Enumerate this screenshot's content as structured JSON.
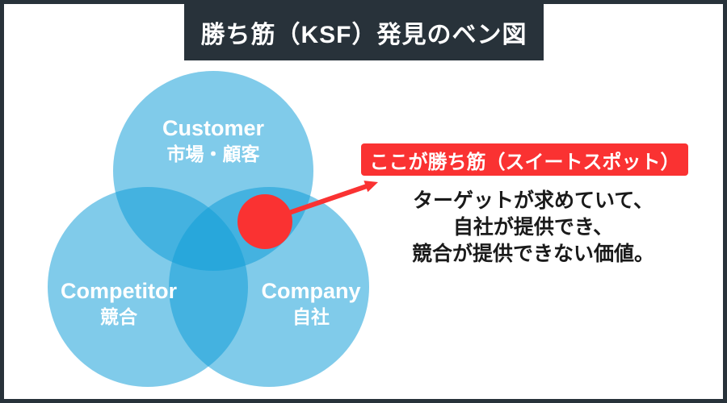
{
  "title": "勝ち筋（KSF）発見のベン図",
  "venn": {
    "circles": [
      {
        "id": "customer",
        "label": "Customer",
        "sublabel": "市場・顧客"
      },
      {
        "id": "competitor",
        "label": "Competitor",
        "sublabel": "競合"
      },
      {
        "id": "company",
        "label": "Company",
        "sublabel": "自社"
      }
    ],
    "circle_color": "#0f9dd8",
    "overlap_color": "#29a8dd"
  },
  "callout": {
    "label": "ここが勝ち筋（スイートスポット）",
    "description_lines": [
      "ターゲットが求めていて、",
      "自社が提供でき、",
      "競合が提供できない価値。"
    ],
    "accent_color": "#fa3232"
  },
  "colors": {
    "frame": "#28323a",
    "title_bg": "#28323a",
    "title_text": "#ffffff",
    "background": "#ffffff",
    "body_text": "#1a1a1a"
  }
}
